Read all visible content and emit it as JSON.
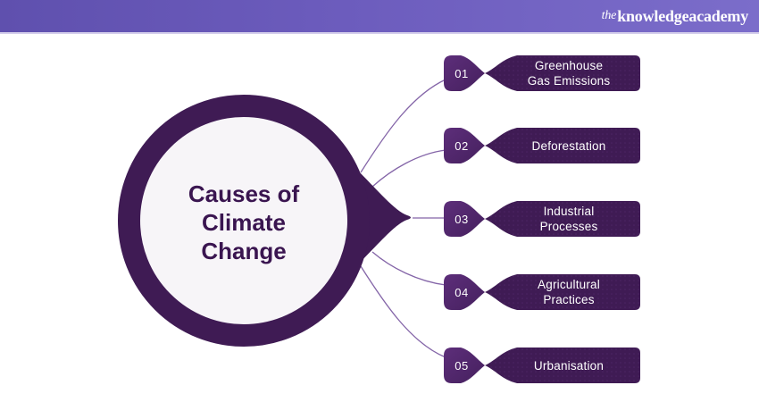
{
  "header": {
    "logo": {
      "the": "the",
      "knowledge": "knowledge",
      "academy": "academy"
    }
  },
  "center": {
    "title": "Causes of Climate Change",
    "line1": "Causes of",
    "line2": "Climate",
    "line3": "Change"
  },
  "items": [
    {
      "number": "01",
      "label": "Greenhouse Gas Emissions",
      "line1": "Greenhouse",
      "line2": "Gas Emissions"
    },
    {
      "number": "02",
      "label": "Deforestation",
      "line1": "Deforestation",
      "line2": ""
    },
    {
      "number": "03",
      "label": "Industrial Processes",
      "line1": "Industrial",
      "line2": "Processes"
    },
    {
      "number": "04",
      "label": "Agricultural Practices",
      "line1": "Agricultural",
      "line2": "Practices"
    },
    {
      "number": "05",
      "label": "Urbanisation",
      "line1": "Urbanisation",
      "line2": ""
    }
  ],
  "colors": {
    "header_purple": "#6c5cbd",
    "dark_purple": "#3f1b54",
    "badge_purple": "#5d2e7a",
    "connector_purple": "#8465a8",
    "title_purple": "#3a1550",
    "circle_fill": "#f7f5f8"
  }
}
